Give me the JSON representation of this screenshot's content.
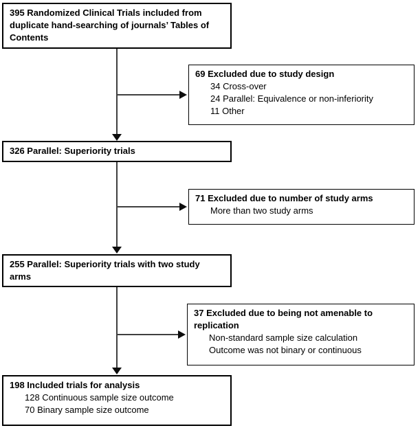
{
  "flowchart": {
    "description": "Randomized clinical trial selection flow diagram",
    "colors": {
      "background": "#ffffff",
      "box_border": "#000000",
      "text": "#000000",
      "connector": "#3f3f3f"
    },
    "main": [
      {
        "count": "395",
        "full_text": "395 Randomized Clinical Trials included from duplicate hand-searching of journals’ Tables of Contents",
        "title_lines": [
          "395 Randomized Clinical Trials included from",
          "duplicate hand-searching of journals’ Tables of",
          "Contents"
        ],
        "details": []
      },
      {
        "count": "326",
        "full_text": "326 Parallel: Superiority trials",
        "title_lines": [
          "326 Parallel: Superiority trials"
        ],
        "details": []
      },
      {
        "count": "255",
        "full_text": "255 Parallel: Superiority trials with two study arms",
        "title_lines": [
          "255 Parallel: Superiority trials with two study",
          "arms"
        ],
        "details": []
      },
      {
        "count": "198",
        "full_text": "198 Included trials for analysis",
        "title_lines": [
          "198 Included trials for analysis"
        ],
        "details": [
          "128 Continuous sample size outcome",
          "70 Binary sample size outcome"
        ]
      }
    ],
    "exclusions": [
      {
        "count": "69",
        "full_text": "69 Excluded due to study design",
        "title_lines": [
          "69 Excluded due to study design"
        ],
        "details": [
          "34 Cross-over",
          "24 Parallel: Equivalence or non-inferiority",
          "11 Other"
        ]
      },
      {
        "count": "71",
        "full_text": "71 Excluded due to number of study arms",
        "title_lines": [
          "71 Excluded due to number of study arms"
        ],
        "details": [
          "More than two study arms"
        ]
      },
      {
        "count": "37",
        "full_text": "37 Excluded due to being not amenable to replication",
        "title_lines": [
          "37 Excluded due to being not amenable to",
          "replication"
        ],
        "details": [
          "Non-standard sample size calculation",
          "Outcome was not binary or continuous"
        ]
      }
    ]
  }
}
